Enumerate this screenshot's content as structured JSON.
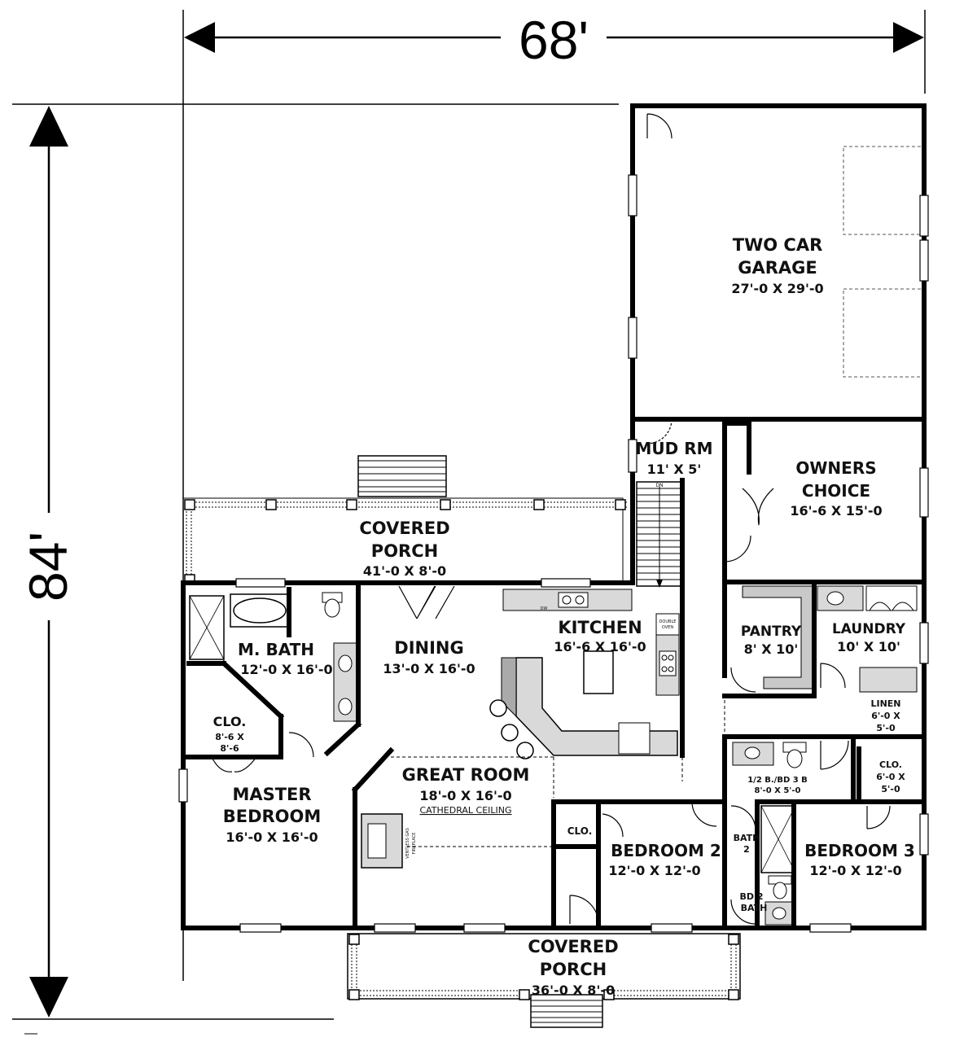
{
  "dimensions": {
    "width": "68'",
    "depth": "84'"
  },
  "rooms": {
    "garage": {
      "name_1": "TWO CAR",
      "name_2": "GARAGE",
      "size": "27'-0 X 29'-0"
    },
    "mudroom": {
      "name": "MUD RM",
      "size": "11' X 5'"
    },
    "owners_choice": {
      "name_1": "OWNERS",
      "name_2": "CHOICE",
      "size": "16'-6 X 15'-0"
    },
    "rear_porch": {
      "name_1": "COVERED",
      "name_2": "PORCH",
      "size": "41'-0 X 8'-0"
    },
    "kitchen": {
      "name": "KITCHEN",
      "size": "16'-6 X 16'-0"
    },
    "dining": {
      "name": "DINING",
      "size": "13'-0 X 16'-0"
    },
    "master_bath": {
      "name": "M. BATH",
      "size": "12'-0 X 16'-0"
    },
    "master_closet": {
      "name": "CLO.",
      "size_1": "8'-6 X",
      "size_2": "8'-6"
    },
    "pantry": {
      "name": "PANTRY",
      "size": "8' X 10'"
    },
    "laundry": {
      "name": "LAUNDRY",
      "size": "10' X 10'"
    },
    "linen": {
      "name": "LINEN",
      "size_1": "6'-0 X",
      "size_2": "5'-0"
    },
    "half_bath": {
      "name": "1/2 B./BD 3 B",
      "size": "8'-0 X 5'-0"
    },
    "closet_b3": {
      "name": "CLO.",
      "size_1": "6'-0 X",
      "size_2": "5'-0"
    },
    "great_room": {
      "name": "GREAT ROOM",
      "size": "18'-0 X 16'-0",
      "note": "CATHEDRAL CEILING"
    },
    "master_bedroom": {
      "name_1": "MASTER",
      "name_2": "BEDROOM",
      "size": "16'-0 X 16'-0"
    },
    "closet_b2": {
      "name": "CLO."
    },
    "bedroom2": {
      "name": "BEDROOM 2",
      "size": "12'-0 X 12'-0"
    },
    "bath2": {
      "name_1": "BATH",
      "name_2": "2"
    },
    "bd2_bath": {
      "name_1": "BD 2",
      "name_2": "BATH"
    },
    "bedroom3": {
      "name": "BEDROOM 3",
      "size": "12'-0 X 12'-0"
    },
    "front_porch": {
      "name_1": "COVERED",
      "name_2": "PORCH",
      "size": "36'-0 X 8'-0"
    }
  },
  "fixtures": {
    "stair_dn": "DN",
    "dw": "DW",
    "double_oven_1": "DOUBLE",
    "double_oven_2": "OVEN",
    "fireplace_1": "VENTLESS GAS",
    "fireplace_2": "FIREPLACE"
  }
}
